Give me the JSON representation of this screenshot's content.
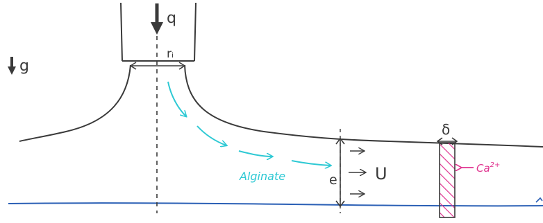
{
  "labels": {
    "q": "q",
    "g": "g",
    "ri": "rᵢ",
    "alginate": "Alginate",
    "e": "e",
    "u": "U",
    "delta": "δ",
    "ca": "Ca",
    "ca_charge": "2+"
  },
  "colors": {
    "ink": "#3a3a3a",
    "cyan": "#2ec9d4",
    "magenta": "#e0338f",
    "blue": "#2a5fb5"
  }
}
